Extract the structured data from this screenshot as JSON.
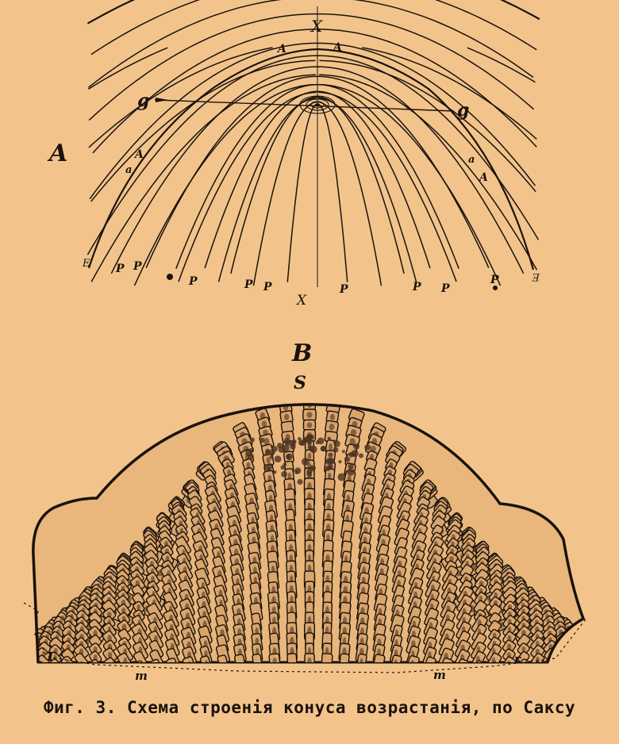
{
  "panel_a": {
    "letter": "A",
    "labels": {
      "x_top": "X",
      "x_bottom": "X",
      "g_left": "g",
      "g_right": "g",
      "apex_left": "A",
      "apex_right": "A",
      "side_left_A": "A",
      "side_left_a": "a",
      "side_right_a": "a",
      "side_right_A": "A",
      "base_left_E": "E",
      "base_right_E": "E",
      "p_marks": [
        "P",
        "P",
        "P",
        "P",
        "P",
        "P",
        "P",
        "P",
        "P"
      ]
    }
  },
  "panel_b": {
    "letter": "B",
    "apex_label": "S",
    "left_T": "T",
    "left_m": "m",
    "right_m": "m",
    "right_T": "r"
  },
  "caption": "Фиг. 3. Схема строенія конуса возрастанія, по Саксу",
  "colors": {
    "paper": "#f2c48c",
    "ink": "#1a120c",
    "cell_fill": "#e8b57c"
  }
}
